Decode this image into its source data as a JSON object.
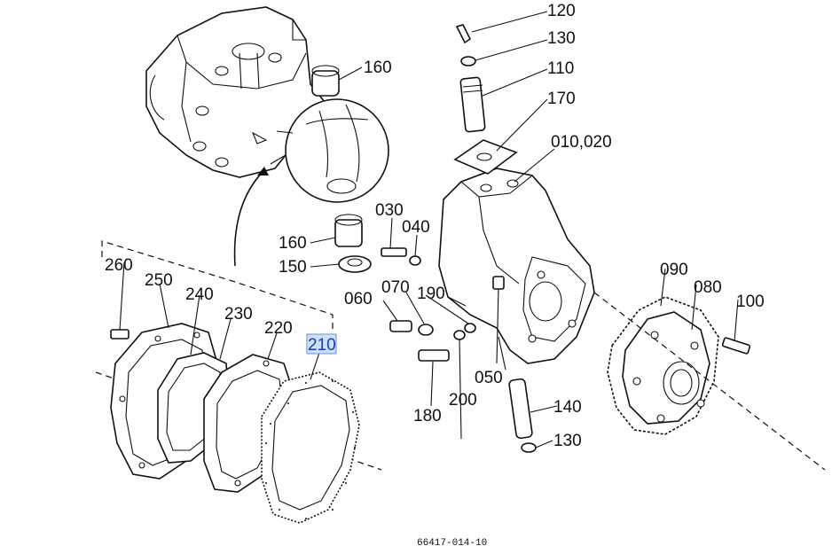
{
  "diagram": {
    "drawing_code": "66417-014-10",
    "highlighted_callout": "210",
    "highlight_color": "#cfe0ff",
    "callouts": [
      {
        "id": "c120",
        "text": "120"
      },
      {
        "id": "c130a",
        "text": "130"
      },
      {
        "id": "c110",
        "text": "110"
      },
      {
        "id": "c170",
        "text": "170"
      },
      {
        "id": "c010",
        "text": "010,020"
      },
      {
        "id": "c160a",
        "text": "160"
      },
      {
        "id": "c160b",
        "text": "160"
      },
      {
        "id": "c150",
        "text": "150"
      },
      {
        "id": "c030",
        "text": "030"
      },
      {
        "id": "c040",
        "text": "040"
      },
      {
        "id": "c060",
        "text": "060"
      },
      {
        "id": "c070",
        "text": "070"
      },
      {
        "id": "c190",
        "text": "190"
      },
      {
        "id": "c090",
        "text": "090"
      },
      {
        "id": "c080",
        "text": "080"
      },
      {
        "id": "c100",
        "text": "100"
      },
      {
        "id": "c260",
        "text": "260"
      },
      {
        "id": "c250",
        "text": "250"
      },
      {
        "id": "c240",
        "text": "240"
      },
      {
        "id": "c230",
        "text": "230"
      },
      {
        "id": "c220",
        "text": "220"
      },
      {
        "id": "c210",
        "text": "210"
      },
      {
        "id": "c050",
        "text": "050"
      },
      {
        "id": "c180",
        "text": "180"
      },
      {
        "id": "c200",
        "text": "200"
      },
      {
        "id": "c140",
        "text": "140"
      },
      {
        "id": "c130b",
        "text": "130"
      }
    ]
  }
}
